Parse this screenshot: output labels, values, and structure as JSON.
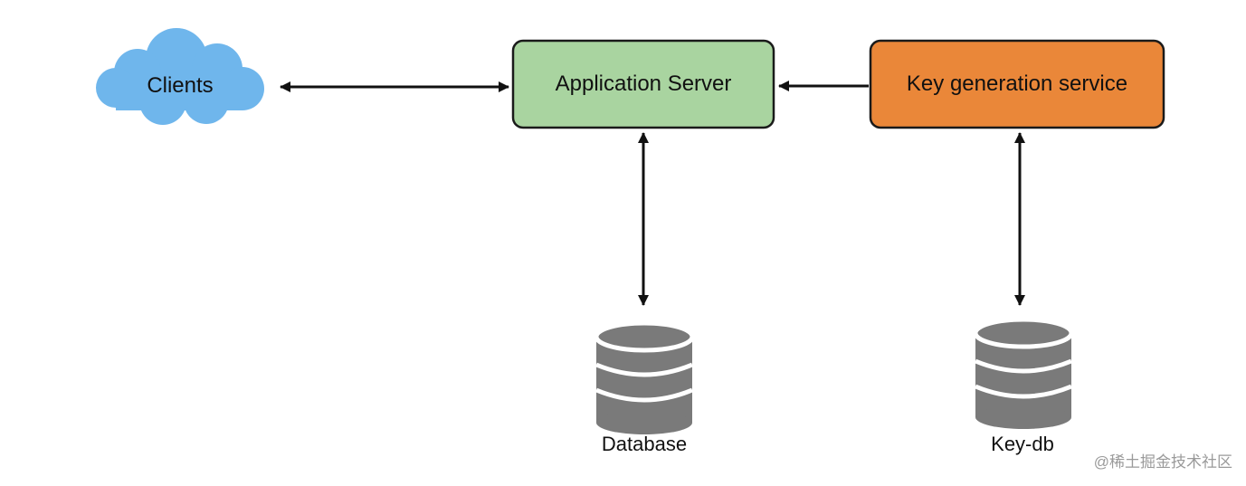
{
  "diagram": {
    "nodes": {
      "clients": {
        "label": "Clients",
        "icon": "cloud-icon",
        "color": "#6fb6ec"
      },
      "app_server": {
        "label": "Application Server",
        "fill": "#a9d4a0",
        "border": "#1a1a1a"
      },
      "key_gen": {
        "label": "Key generation service",
        "fill": "#ea8739",
        "border": "#1a1a1a"
      },
      "database": {
        "label": "Database",
        "icon": "database-icon",
        "color": "#7a7a7a"
      },
      "key_db": {
        "label": "Key-db",
        "icon": "database-icon",
        "color": "#7a7a7a"
      }
    },
    "edges": [
      {
        "from": "clients",
        "to": "app_server",
        "direction": "both"
      },
      {
        "from": "key_gen",
        "to": "app_server",
        "direction": "forward"
      },
      {
        "from": "app_server",
        "to": "database",
        "direction": "both"
      },
      {
        "from": "key_gen",
        "to": "key_db",
        "direction": "both"
      }
    ]
  },
  "watermark": "@稀土掘金技术社区"
}
